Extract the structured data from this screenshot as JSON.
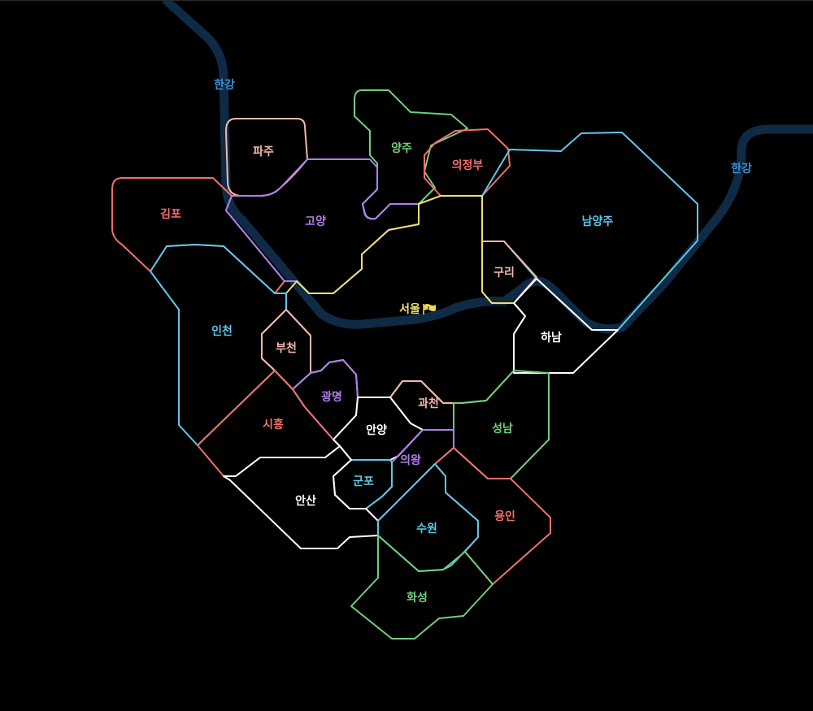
{
  "river": {
    "labels": [
      "한강",
      "한강"
    ],
    "color": "#0f2a45",
    "label_color": "#3a8fd6"
  },
  "capital_icon": "flag-icon",
  "regions": [
    {
      "id": "paju",
      "name": "파주",
      "color": "#f5b7a8"
    },
    {
      "id": "yangju",
      "name": "양주",
      "color": "#6fd07a"
    },
    {
      "id": "uijeongbu",
      "name": "의정부",
      "color": "#f0706a"
    },
    {
      "id": "namyangju",
      "name": "남양주",
      "color": "#5ec8e8"
    },
    {
      "id": "gimpo",
      "name": "김포",
      "color": "#f0706a"
    },
    {
      "id": "goyang",
      "name": "고양",
      "color": "#b07ef0"
    },
    {
      "id": "guri",
      "name": "구리",
      "color": "#f5b7a8"
    },
    {
      "id": "seoul",
      "name": "서울",
      "color": "#f0e070"
    },
    {
      "id": "incheon",
      "name": "인천",
      "color": "#5ec8e8"
    },
    {
      "id": "hanam",
      "name": "하남",
      "color": "#ffffff"
    },
    {
      "id": "bucheon",
      "name": "부천",
      "color": "#f5b7a8"
    },
    {
      "id": "gwangmyeong",
      "name": "광명",
      "color": "#b07ef0"
    },
    {
      "id": "gwacheon",
      "name": "과천",
      "color": "#f5b7a8"
    },
    {
      "id": "siheung",
      "name": "시흥",
      "color": "#f0706a"
    },
    {
      "id": "anyang",
      "name": "안양",
      "color": "#ffffff"
    },
    {
      "id": "seongnam",
      "name": "성남",
      "color": "#6fd07a"
    },
    {
      "id": "uiwang",
      "name": "의왕",
      "color": "#b07ef0"
    },
    {
      "id": "gunpo",
      "name": "군포",
      "color": "#5ec8e8"
    },
    {
      "id": "ansan",
      "name": "안산",
      "color": "#ffffff"
    },
    {
      "id": "yongin",
      "name": "용인",
      "color": "#f0706a"
    },
    {
      "id": "suwon",
      "name": "수원",
      "color": "#5ec8e8"
    },
    {
      "id": "hwaseong",
      "name": "화성",
      "color": "#6fd07a"
    }
  ]
}
